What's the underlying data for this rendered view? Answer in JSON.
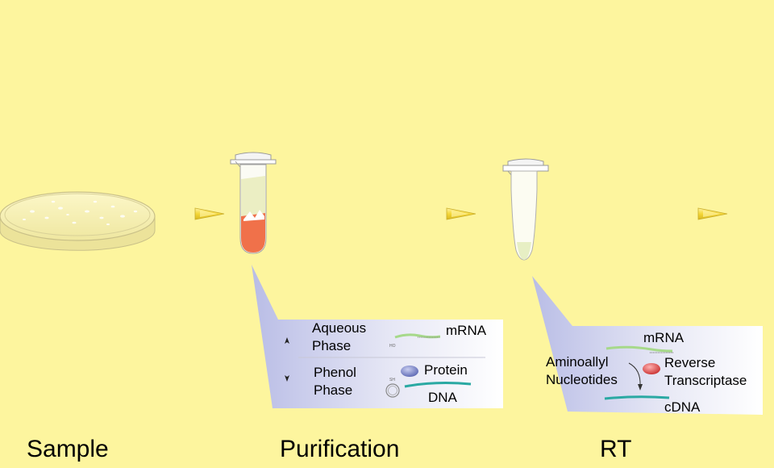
{
  "stages": [
    {
      "label": "Sample"
    },
    {
      "label": "Purification"
    },
    {
      "label": "RT"
    }
  ],
  "purification_callout": {
    "aqueous_phase": "Aqueous\nPhase",
    "phenol_phase": "Phenol\nPhase",
    "mrna": "mRNA",
    "protein": "Protein",
    "dna": "DNA"
  },
  "rt_callout": {
    "mrna": "mRNA",
    "nucleotides": "Aminoallyl\nNucleotides",
    "enzyme": "Reverse\nTranscriptase",
    "cdna": "cDNA"
  },
  "colors": {
    "background": "#fdf59e",
    "arrow": "#f4e04a",
    "organic_phase": "#f0714a",
    "aqueous_phase": "#f3f2bf",
    "callout_gradient_start": "#b9bde6",
    "callout_gradient_end": "#ffffff",
    "mrna_strand": "#a6d98a",
    "cdna_strand": "#2aa9a3",
    "protein": "#7a86c8",
    "enzyme": "#e05555"
  },
  "icons": [
    "petri-dish-icon",
    "microtube-icon",
    "flow-arrow-icon",
    "protein-icon",
    "enzyme-icon",
    "plasmid-icon"
  ]
}
